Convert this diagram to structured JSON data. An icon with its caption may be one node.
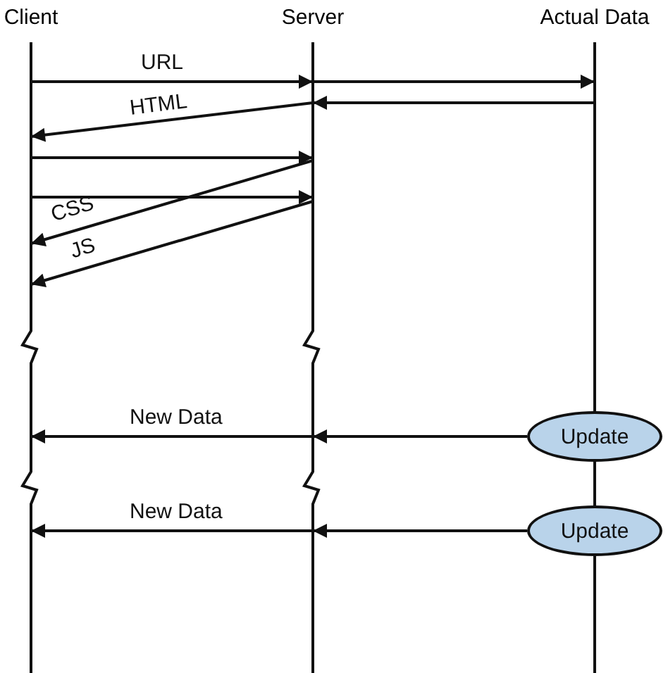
{
  "diagram": {
    "nodes": [
      {
        "text": [
          "Client"
        ]
      },
      {
        "text": [
          "Server"
        ]
      },
      {
        "text": [
          "Actual Data"
        ]
      },
      {
        "text": [
          "Update"
        ]
      },
      {
        "text": [
          "Update"
        ]
      }
    ],
    "edges": [
      {
        "from": 0,
        "to": 1,
        "arrow": "to",
        "label": "URL"
      },
      {
        "from": 1,
        "to": 2,
        "arrow": "to"
      },
      {
        "from": 2,
        "to": 1,
        "arrow": "to"
      },
      {
        "from": 1,
        "to": 0,
        "arrow": "to",
        "label": "HTML"
      },
      {
        "from": 0,
        "to": 1,
        "arrow": "to"
      },
      {
        "from": 0,
        "to": 1,
        "arrow": "to"
      },
      {
        "from": 1,
        "to": 0,
        "arrow": "to",
        "label": "CSS"
      },
      {
        "from": 1,
        "to": 0,
        "arrow": "to",
        "label": "JS"
      },
      {
        "from": 3,
        "to": 1,
        "arrow": "to"
      },
      {
        "from": 1,
        "to": 0,
        "arrow": "to",
        "label": "New Data"
      },
      {
        "from": 4,
        "to": 1,
        "arrow": "to"
      },
      {
        "from": 1,
        "to": 0,
        "arrow": "to",
        "label": "New Data"
      }
    ]
  }
}
